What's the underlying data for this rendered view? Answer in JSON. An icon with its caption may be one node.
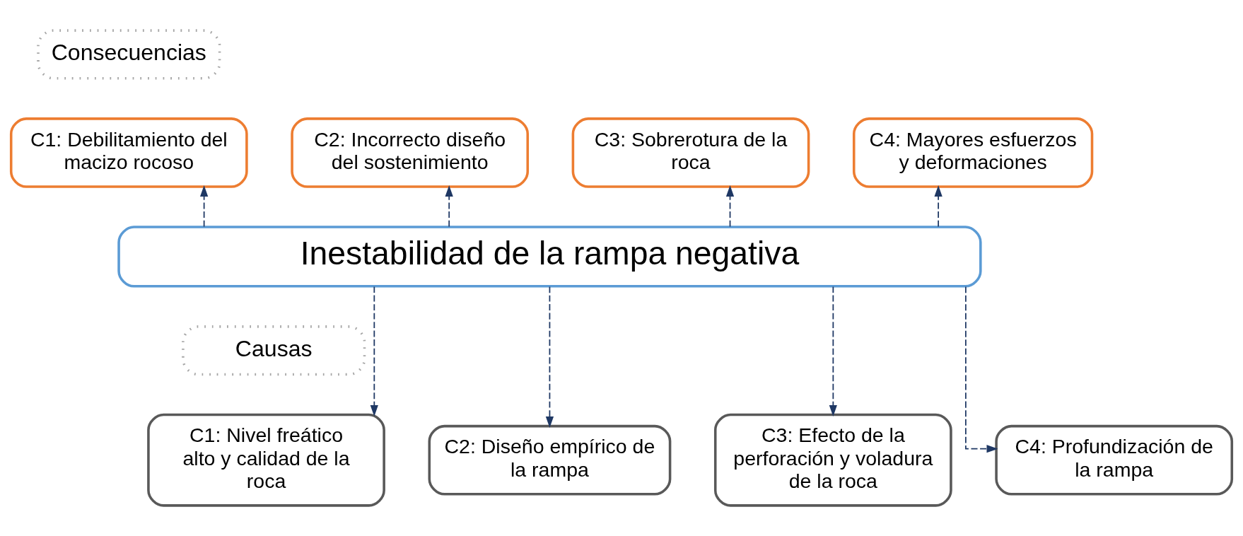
{
  "diagram": {
    "nodes": [
      {
        "text": [
          "Consecuencias"
        ]
      },
      {
        "text": [
          "C1: Debilitamiento del macizo rocoso"
        ]
      },
      {
        "text": [
          "C2: Incorrecto diseño del sostenimiento"
        ]
      },
      {
        "text": [
          "C3: Sobrerotura de la roca"
        ]
      },
      {
        "text": [
          "C4: Mayores esfuerzos y deformaciones"
        ]
      },
      {
        "text": [
          "Inestabilidad de la rampa negativa"
        ]
      },
      {
        "text": [
          "Causas"
        ]
      },
      {
        "text": [
          "C1: Nivel freático alto y calidad de la roca"
        ]
      },
      {
        "text": [
          "C2: Diseño empírico de la rampa"
        ]
      },
      {
        "text": [
          "C3: Efecto de la perforación y voladura de la roca"
        ]
      },
      {
        "text": [
          "C4: Profundización de la rampa"
        ]
      }
    ],
    "edges": [
      {
        "from": 5,
        "to": 1,
        "arrow": "to",
        "style": "dashed"
      },
      {
        "from": 5,
        "to": 2,
        "arrow": "to",
        "style": "dashed"
      },
      {
        "from": 5,
        "to": 3,
        "arrow": "to",
        "style": "dashed"
      },
      {
        "from": 5,
        "to": 4,
        "arrow": "to",
        "style": "dashed"
      },
      {
        "from": 5,
        "to": 7,
        "arrow": "to",
        "style": "dashed"
      },
      {
        "from": 5,
        "to": 8,
        "arrow": "to",
        "style": "dashed"
      },
      {
        "from": 5,
        "to": 9,
        "arrow": "to",
        "style": "dashed"
      },
      {
        "from": 5,
        "to": 10,
        "arrow": "to",
        "style": "dashed"
      }
    ]
  }
}
